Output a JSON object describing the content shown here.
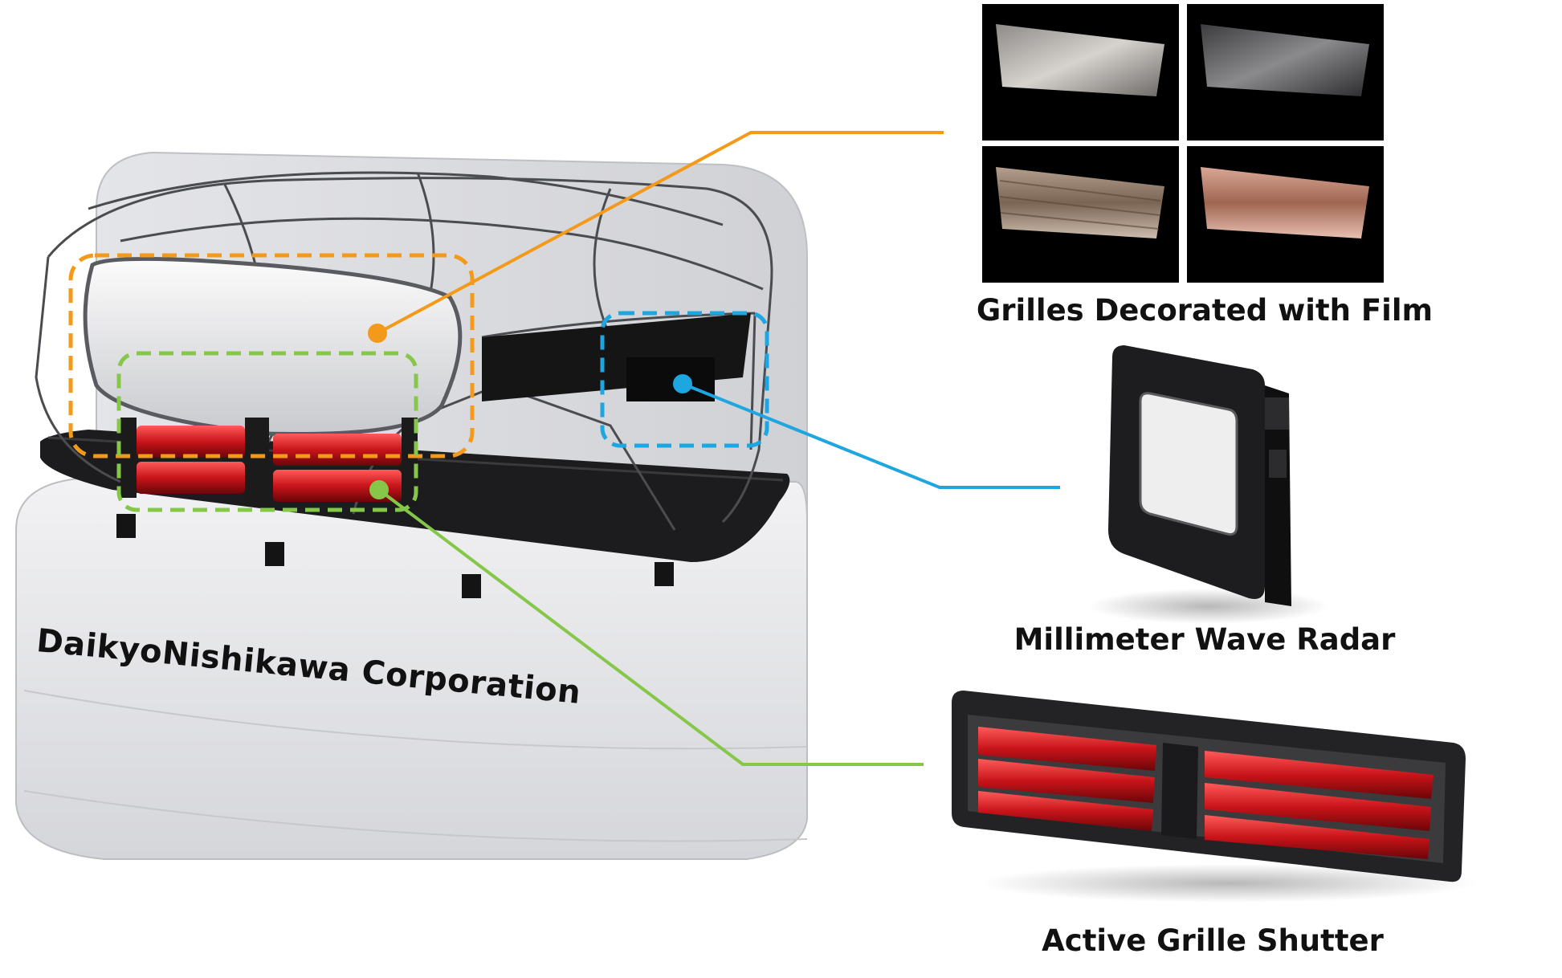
{
  "brand_text": "DaikyoNishikawa Corporation",
  "callouts": {
    "film_grilles": "Grilles Decorated with Film",
    "radar": "Millimeter Wave Radar",
    "shutter": "Active Grille Shutter"
  },
  "colors": {
    "orange": "#f39a1a",
    "blue": "#1ea6e0",
    "green": "#86c74a",
    "louver_red": "#c8141a"
  }
}
